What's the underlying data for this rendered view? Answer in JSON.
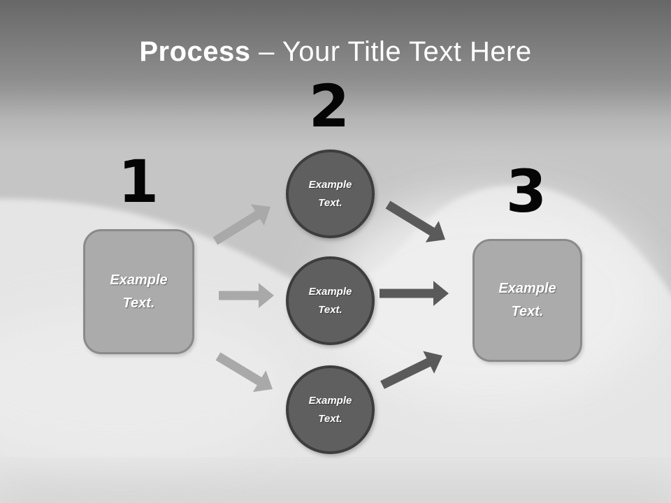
{
  "title": {
    "emphasis": "Process",
    "rest": " – Your Title Text Here"
  },
  "steps": [
    {
      "number": "1",
      "type": "box",
      "label": "Example Text."
    },
    {
      "number": "2",
      "type": "circles",
      "labels": [
        "Example Text.",
        "Example Text.",
        "Example Text."
      ]
    },
    {
      "number": "3",
      "type": "box",
      "label": "Example Text."
    }
  ],
  "colors": {
    "header_gradient_top": "#676767",
    "header_gradient_bottom": "#8d8d8d",
    "canvas_gray": "#c4c4c4",
    "hill_light": "#e5e5e5",
    "box_fill": "#ababab",
    "box_border": "#8a8a8a",
    "circle_fill": "#5f5f5f",
    "circle_border": "#3d3d3d",
    "arrow_light": "#a9a9a9",
    "arrow_dark": "#5a5a5a",
    "title_text": "#ffffff",
    "number_text": "#050505",
    "shape_text": "#ffffff"
  }
}
